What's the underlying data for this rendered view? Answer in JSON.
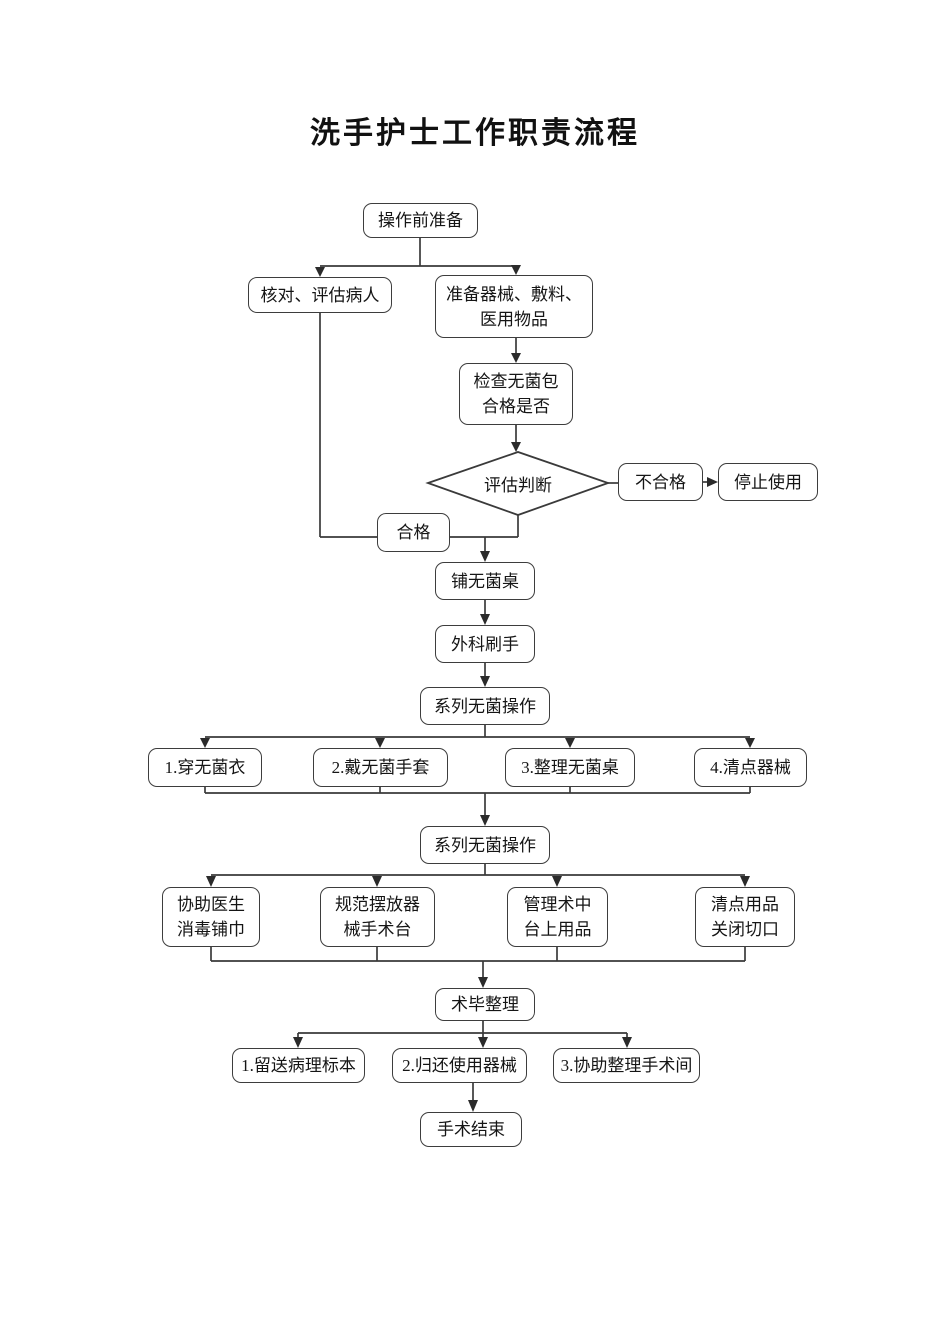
{
  "document": {
    "title": "洗手护士工作职责流程"
  },
  "flowchart": {
    "prep": "操作前准备",
    "verify_patient": "核对、评估病人",
    "prepare_supplies": "准备器械、敷料、\n医用物品",
    "check_sterile_pack": "检查无菌包\n合格是否",
    "judge": "评估判断",
    "unqualified": "不合格",
    "stop_use": "停止使用",
    "qualified": "合格",
    "set_sterile_table": "铺无菌桌",
    "surgical_scrub": "外科刷手",
    "aseptic_ops_1": "系列无菌操作",
    "aseptic_steps": [
      "1.穿无菌衣",
      "2.戴无菌手套",
      "3.整理无菌桌",
      "4.清点器械"
    ],
    "aseptic_ops_2": "系列无菌操作",
    "intraop_tasks": [
      "协助医生\n消毒铺巾",
      "规范摆放器\n械手术台",
      "管理术中\n台上用品",
      "清点用品\n关闭切口"
    ],
    "postop_cleanup": "术毕整理",
    "postop_tasks": [
      "1.留送病理标本",
      "2.归还使用器械",
      "3.协助整理手术间"
    ],
    "surgery_end": "手术结束"
  }
}
